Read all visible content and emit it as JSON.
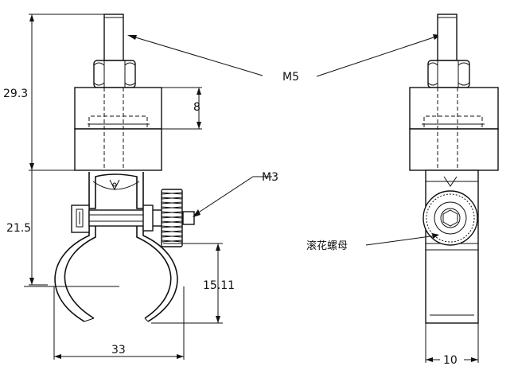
{
  "labels": {
    "thread_m5": "M5",
    "screw_m3": "M3",
    "knurled_nut": "滚花螺母"
  },
  "dimensions": {
    "total_upper_height": "29.3",
    "block_step_height": "8",
    "clamp_height": "21.5",
    "opening_height": "15.11",
    "clamp_width": "33",
    "side_width": "10"
  }
}
